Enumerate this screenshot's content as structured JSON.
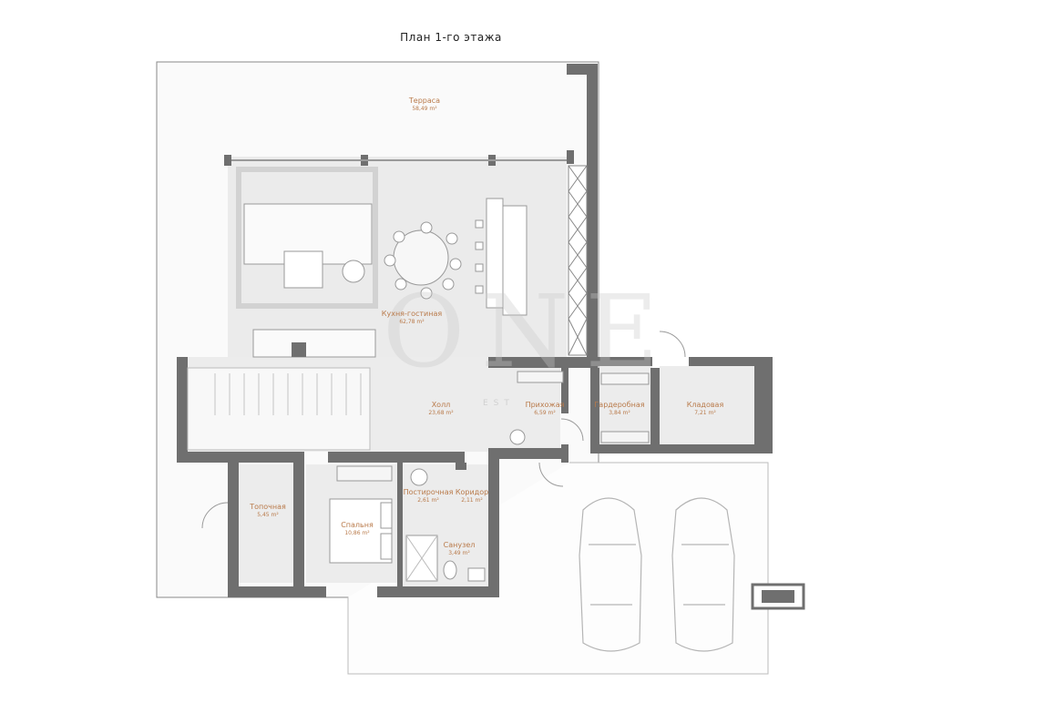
{
  "title": "План 1-го этажа",
  "watermark": {
    "main": "ONE",
    "sub": "EST"
  },
  "rooms": [
    {
      "name": "Терраса",
      "area": "58,49 m²"
    },
    {
      "name": "Кухня-гостиная",
      "area": "62,78 m²"
    },
    {
      "name": "Холл",
      "area": "23,68 m²"
    },
    {
      "name": "Прихожая",
      "area": "6,59 m²"
    },
    {
      "name": "Гардеробная",
      "area": "3,84 m²"
    },
    {
      "name": "Кладовая",
      "area": "7,21 m²"
    },
    {
      "name": "Топочная",
      "area": "5,45 m²"
    },
    {
      "name": "Спальня",
      "area": "10,86 m²"
    },
    {
      "name": "Постирочная",
      "area": "2,61 m²"
    },
    {
      "name": "Коридор",
      "area": "2,11 m²"
    },
    {
      "name": "Санузел",
      "area": "3,49 m²"
    }
  ],
  "colors": {
    "wall": "#6f6f6f",
    "floor": "#ececec",
    "label": "#b97a4a",
    "line": "#9a9a9a"
  }
}
